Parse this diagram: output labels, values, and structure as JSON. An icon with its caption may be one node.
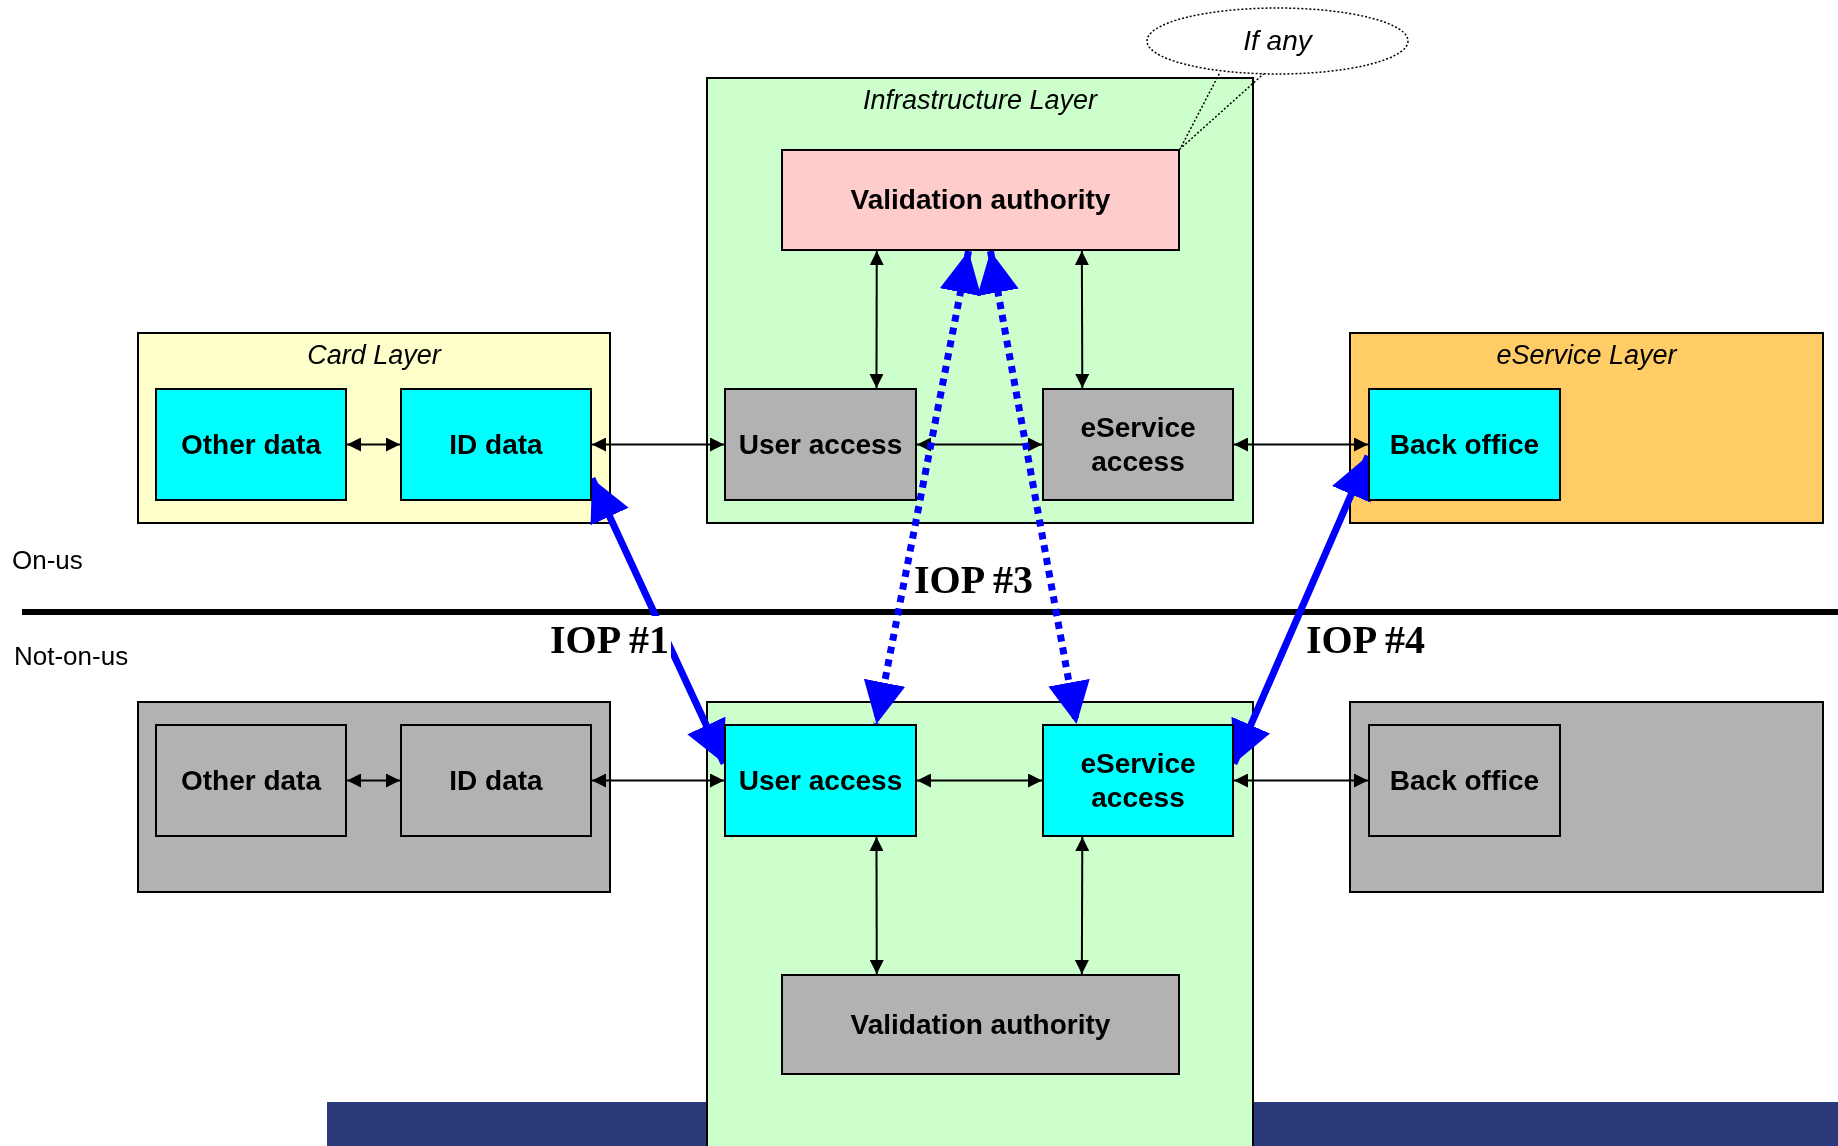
{
  "diagram": {
    "nodes": [
      {
        "text": [
          "Card Layer"
        ]
      },
      {
        "text": [
          "Other data"
        ],
        "in": 0
      },
      {
        "text": [
          "ID data"
        ],
        "in": 0
      },
      {
        "text": [
          "Infrastructure Layer"
        ]
      },
      {
        "text": [
          "Validation authority"
        ],
        "in": 3
      },
      {
        "text": [
          "User access"
        ],
        "in": 3
      },
      {
        "text": [
          "eService access"
        ],
        "in": 3
      },
      {
        "text": [
          "eService Layer"
        ]
      },
      {
        "text": [
          "Back office"
        ],
        "in": 7
      },
      {
        "text": [
          "If any"
        ]
      },
      {
        "text": [],
        "shape": "box"
      },
      {
        "text": [
          "Other data"
        ],
        "in": 10
      },
      {
        "text": [
          "ID data"
        ],
        "in": 10
      },
      {
        "text": [],
        "shape": "box"
      },
      {
        "text": [
          "User access"
        ],
        "in": 13
      },
      {
        "text": [
          "eService access"
        ],
        "in": 13
      },
      {
        "text": [
          "Validation authority"
        ],
        "in": 13
      },
      {
        "text": [],
        "shape": "box"
      },
      {
        "text": [
          "Back office"
        ],
        "in": 17
      }
    ],
    "edges": [
      {
        "from": 1,
        "to": 2,
        "arrow": "both"
      },
      {
        "from": 2,
        "to": 5,
        "arrow": "both"
      },
      {
        "from": 5,
        "to": 6,
        "arrow": "both"
      },
      {
        "from": 6,
        "to": 8,
        "arrow": "both"
      },
      {
        "from": 4,
        "to": 5,
        "arrow": "both"
      },
      {
        "from": 4,
        "to": 6,
        "arrow": "both"
      },
      {
        "from": 9,
        "to": 4,
        "arrow": "none",
        "style": "dashed"
      },
      {
        "from": 11,
        "to": 12,
        "arrow": "both"
      },
      {
        "from": 12,
        "to": 14,
        "arrow": "both"
      },
      {
        "from": 14,
        "to": 15,
        "arrow": "both"
      },
      {
        "from": 15,
        "to": 18,
        "arrow": "both"
      },
      {
        "from": 14,
        "to": 16,
        "arrow": "both"
      },
      {
        "from": 15,
        "to": 16,
        "arrow": "both"
      },
      {
        "from": 2,
        "to": 14,
        "arrow": "both",
        "style": "thick",
        "color": "#0000ff",
        "label": "IOP #1"
      },
      {
        "from": 4,
        "to": 14,
        "arrow": "both",
        "style": "dashed",
        "color": "#0000ff"
      },
      {
        "from": 4,
        "to": 15,
        "arrow": "both",
        "style": "dashed",
        "color": "#0000ff"
      },
      {
        "from": 8,
        "to": 15,
        "arrow": "both",
        "style": "thick",
        "color": "#0000ff",
        "label": "IOP #4"
      }
    ],
    "labels": [
      "On-us",
      "IOP #3",
      "Not-on-us"
    ]
  }
}
